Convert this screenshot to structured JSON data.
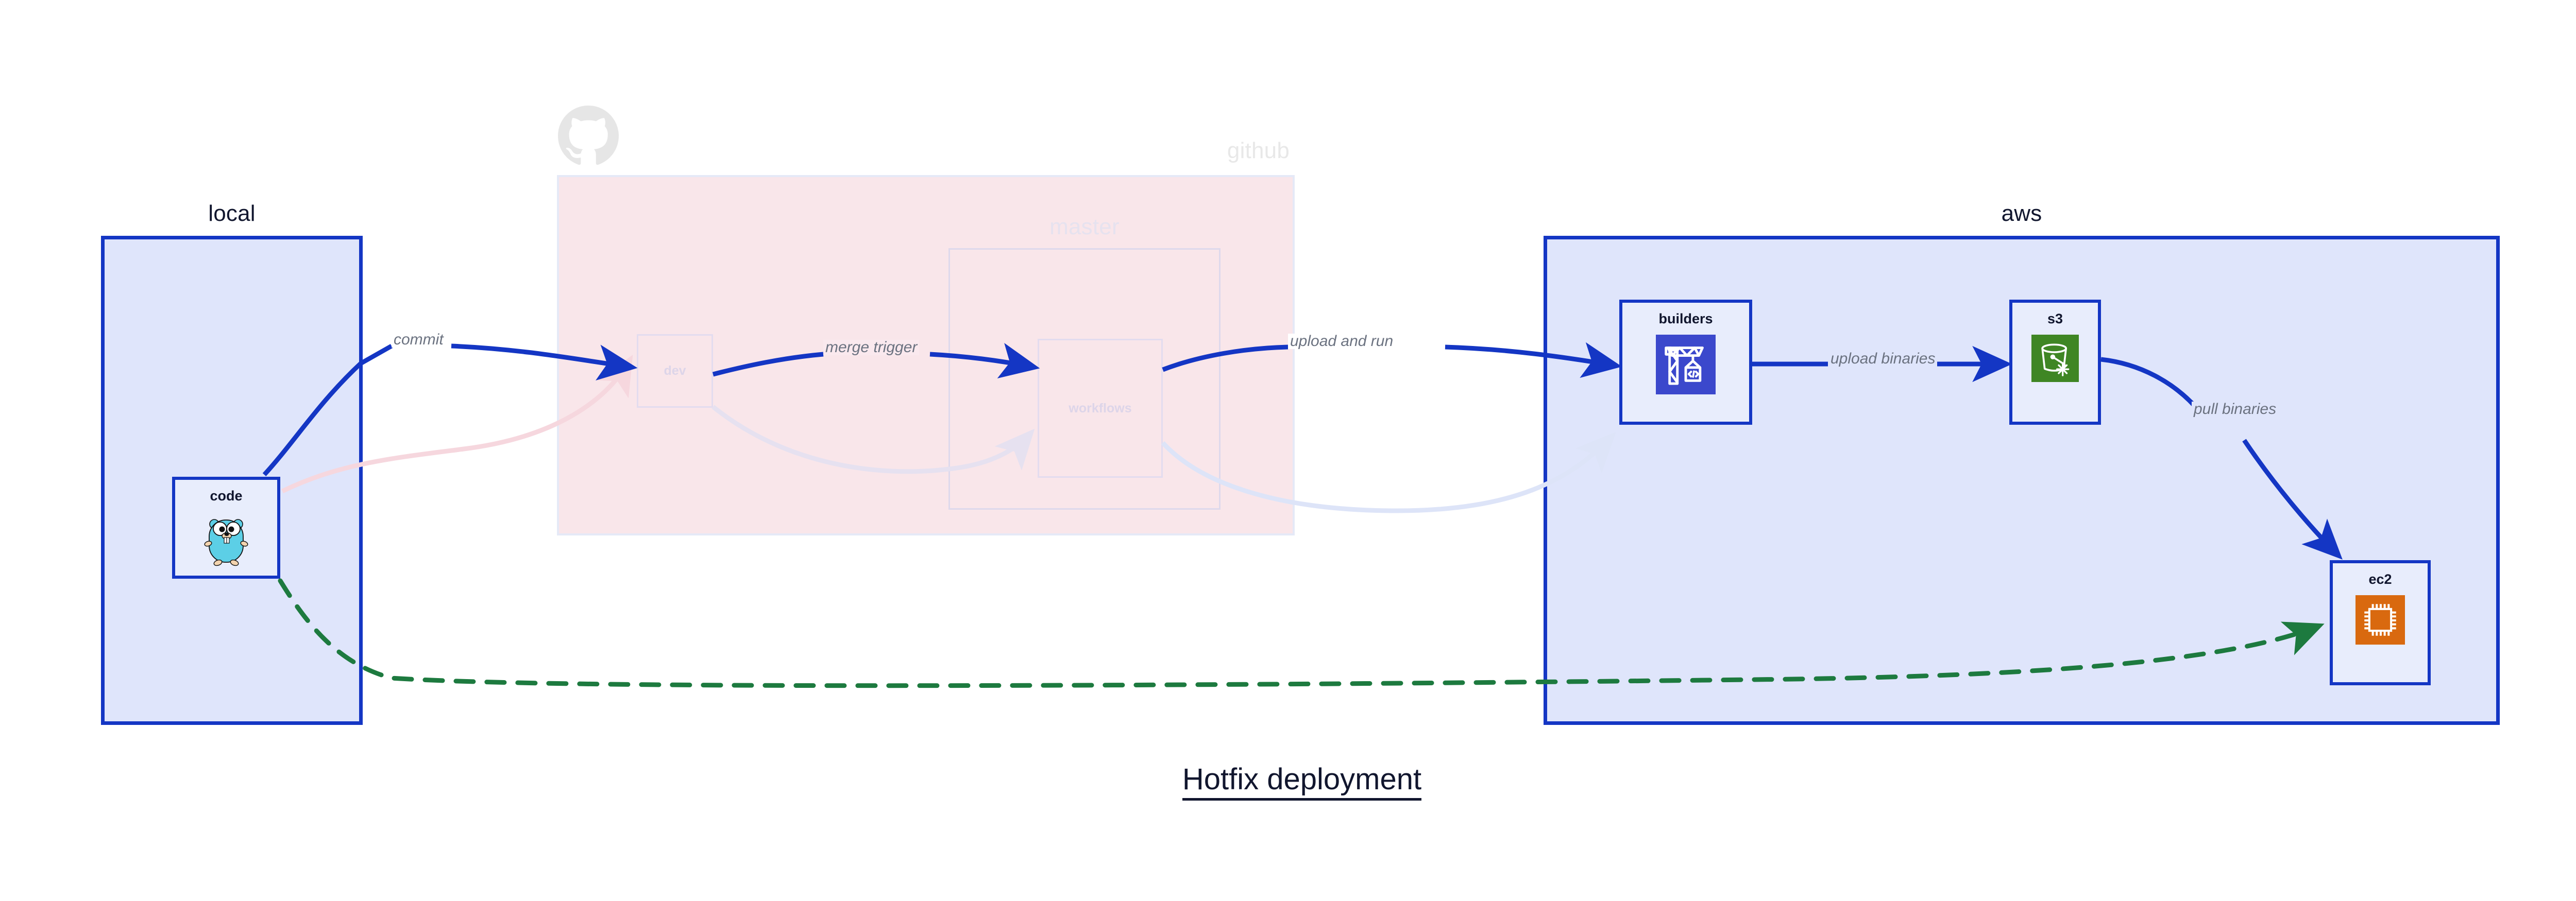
{
  "diagram": {
    "title": "Hotfix deployment",
    "colors": {
      "primary_border": "#1436c4",
      "group_fill_blue": "#dfe5fb",
      "group_fill_pink": "#f9e3e8",
      "node_fill": "#e8edfc",
      "text_dark": "#11162e",
      "edge_label": "#6b7280",
      "dashed_edge": "#1d7a3f",
      "faded_pink": "#f6d7de",
      "faded_blue": "#dde4f8",
      "aws_codebuild": "#3b48cc",
      "aws_s3": "#3f8624",
      "aws_ec2": "#d9690f",
      "go_gopher": "#5ccfe6",
      "github_grey": "#e8e8e8"
    },
    "groups": [
      {
        "id": "local",
        "label": "local"
      },
      {
        "id": "github",
        "label": "github"
      },
      {
        "id": "master",
        "label": "master"
      },
      {
        "id": "aws",
        "label": "aws"
      }
    ],
    "nodes": [
      {
        "id": "code",
        "label": "code",
        "group": "local",
        "icon": "go-gopher-icon",
        "faded": false
      },
      {
        "id": "dev",
        "label": "dev",
        "group": "github",
        "icon": "none",
        "faded": true
      },
      {
        "id": "workflows",
        "label": "workflows",
        "group": "master",
        "icon": "none",
        "faded": true
      },
      {
        "id": "builders",
        "label": "builders",
        "group": "aws",
        "icon": "aws-codebuild-icon",
        "faded": false
      },
      {
        "id": "s3",
        "label": "s3",
        "group": "aws",
        "icon": "aws-s3-glacier-icon",
        "faded": false
      },
      {
        "id": "ec2",
        "label": "ec2",
        "group": "aws",
        "icon": "aws-ec2-icon",
        "faded": false
      }
    ],
    "edges": [
      {
        "id": "commit",
        "from": "code",
        "to": "dev",
        "label": "commit",
        "style": "solid",
        "color": "#1436c4",
        "faded": false
      },
      {
        "id": "merge-trigger",
        "from": "dev",
        "to": "workflows",
        "label": "merge trigger",
        "style": "solid",
        "color": "#1436c4",
        "faded": false
      },
      {
        "id": "upload-and-run",
        "from": "workflows",
        "to": "builders",
        "label": "upload and run",
        "style": "solid",
        "color": "#1436c4",
        "faded": false
      },
      {
        "id": "upload-binaries",
        "from": "builders",
        "to": "s3",
        "label": "upload binaries",
        "style": "solid",
        "color": "#1436c4",
        "faded": false
      },
      {
        "id": "pull-binaries",
        "from": "s3",
        "to": "ec2",
        "label": "pull binaries",
        "style": "solid",
        "color": "#1436c4",
        "faded": false
      },
      {
        "id": "hotfix-direct",
        "from": "code",
        "to": "ec2",
        "label": "",
        "style": "dashed",
        "color": "#1d7a3f",
        "faded": false
      },
      {
        "id": "faded-code-dev",
        "from": "code",
        "to": "dev",
        "label": "",
        "style": "solid",
        "color": "#f6d7de",
        "faded": true
      },
      {
        "id": "faded-dev-workflows",
        "from": "dev",
        "to": "workflows",
        "label": "",
        "style": "solid",
        "color": "#e3dcef",
        "faded": true
      },
      {
        "id": "faded-workflows-build",
        "from": "workflows",
        "to": "builders",
        "label": "",
        "style": "solid",
        "color": "#dde4f8",
        "faded": true
      }
    ],
    "labels": {
      "commit": "commit",
      "merge_trigger": "merge trigger",
      "upload_and_run": "upload and run",
      "upload_binaries": "upload binaries",
      "pull_binaries": "pull binaries"
    }
  }
}
